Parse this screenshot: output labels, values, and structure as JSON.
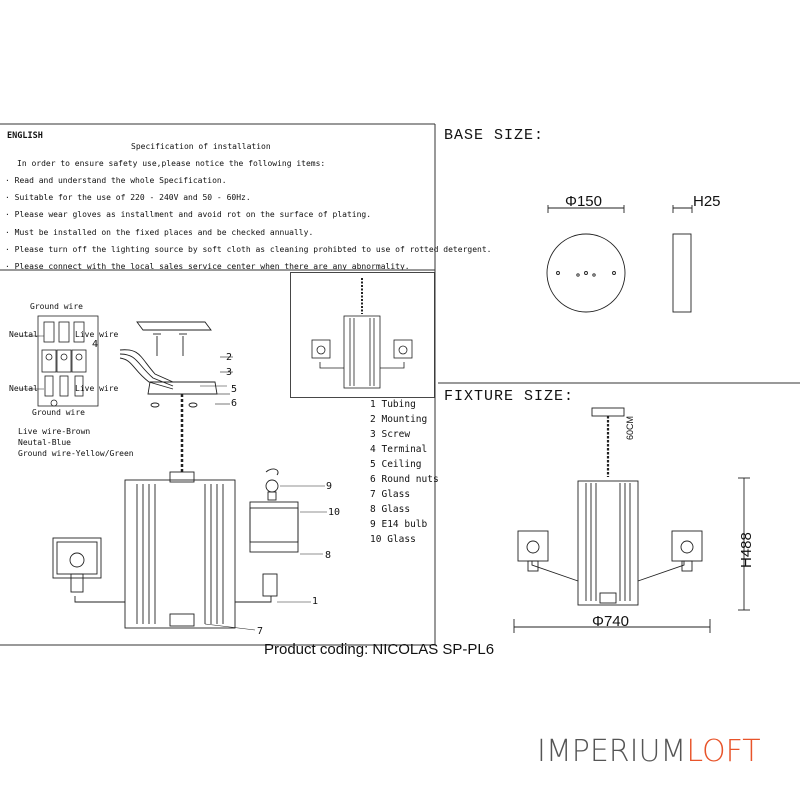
{
  "instructions": {
    "language": "ENGLISH",
    "title": "Specification of installation",
    "intro": "In order to ensure safety use,please notice the following items:",
    "items": [
      "Read and understand the whole Specification.",
      "Suitable for the use of 220 - 240V and 50 - 60Hz.",
      "Please wear gloves as installment and avoid rot on the surface of plating.",
      "Must be installed on the fixed places and be checked annually.",
      "Please turn off the lighting source by soft cloth as cleaning prohibted to use of rotted detergent.",
      "Please connect with the local sales service center when there are any abnormality."
    ]
  },
  "wiring": {
    "ground_top": "Ground wire",
    "neutal_top": "Neutal",
    "live_top": "Live wire",
    "neutal_bottom": "Neutal",
    "live_bottom": "Live wire",
    "ground_bottom": "Ground wire",
    "legend": [
      "Live wire-Brown",
      "Neutal-Blue",
      "Ground wire-Yellow/Green"
    ]
  },
  "callouts": [
    "1",
    "2",
    "3",
    "4",
    "5",
    "6",
    "7",
    "8",
    "9",
    "10"
  ],
  "parts": [
    {
      "num": "1",
      "name": "Tubing"
    },
    {
      "num": "2",
      "name": "Mounting"
    },
    {
      "num": "3",
      "name": "Screw"
    },
    {
      "num": "4",
      "name": "Terminal"
    },
    {
      "num": "5",
      "name": "Ceiling"
    },
    {
      "num": "6",
      "name": "Round nuts"
    },
    {
      "num": "7",
      "name": "Glass"
    },
    {
      "num": "8",
      "name": "Glass"
    },
    {
      "num": "9",
      "name": "E14 bulb"
    },
    {
      "num": "10",
      "name": "Glass"
    }
  ],
  "base": {
    "header": "BASE SIZE:",
    "diameter": "Φ150",
    "height": "H25"
  },
  "fixture": {
    "header": "FIXTURE SIZE:",
    "chain": "60CM",
    "height": "H488",
    "width": "Φ740"
  },
  "product_coding": "Product coding: NICOLAS SP-PL6",
  "brand": {
    "part1": "IMPERIUM",
    "part2": "LOFT",
    "color1": "#555555",
    "color2": "#e8542a"
  }
}
